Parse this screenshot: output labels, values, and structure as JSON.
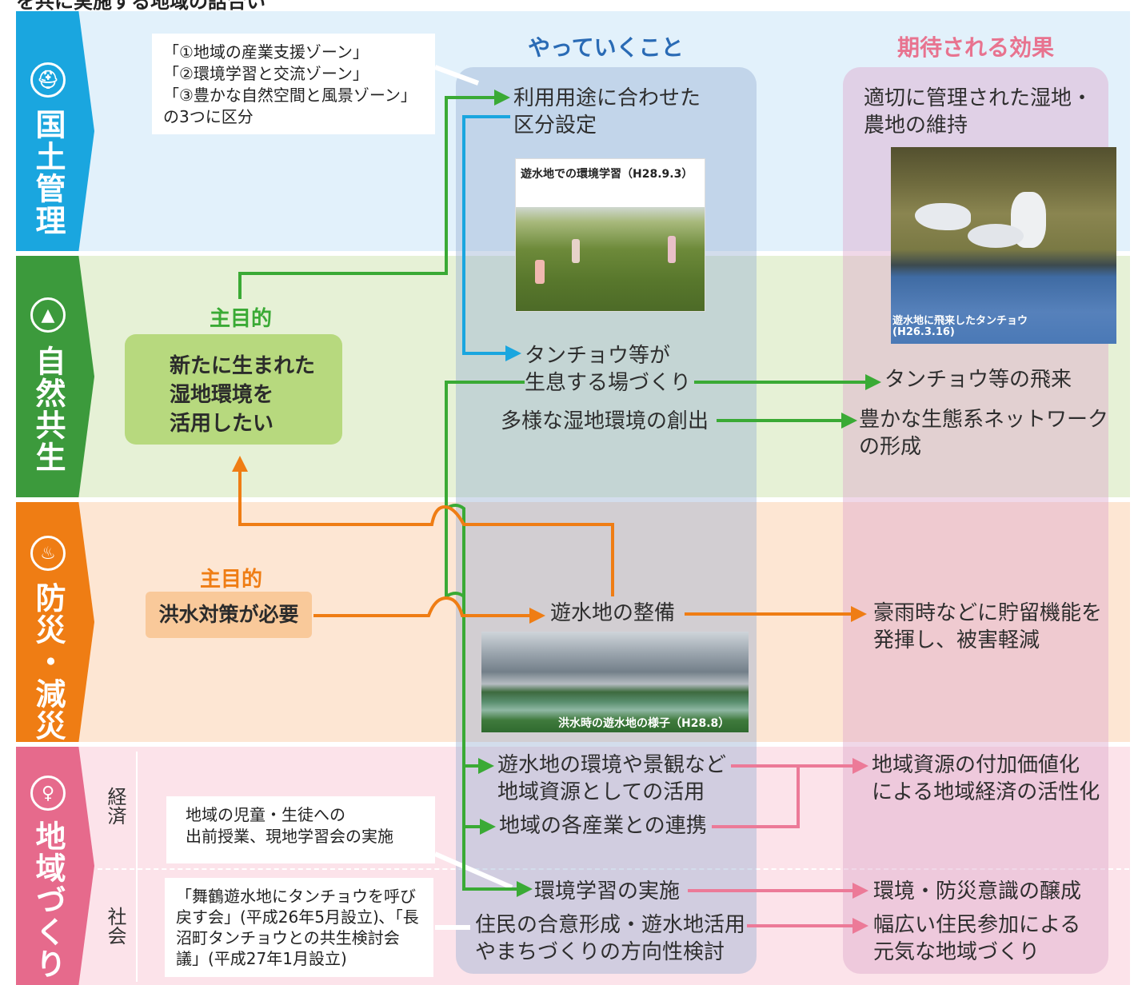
{
  "top_cut_text": "を共に実施する地域の話合い",
  "headers": {
    "actions": "やっていくこと",
    "effects": "期待される効果"
  },
  "rows": {
    "kokudo": {
      "label": "国土管理",
      "icon": "person-worker-icon",
      "color": "#1aa6df",
      "bg": "#e2f1fb"
    },
    "shizen": {
      "label": "自然共生",
      "icon": "tree-icon",
      "color": "#3c9a3c",
      "bg": "#e6f1d6"
    },
    "bousai": {
      "label": "防災・減災",
      "icon": "fire-icon",
      "color": "#ef7d14",
      "bg": "#fde6d3"
    },
    "chiiki": {
      "label": "地域づくり",
      "icon": "family-icon",
      "color": "#e66a8c",
      "bg": "#fce3ea"
    }
  },
  "sub_labels": {
    "keizai": "経済",
    "shakai": "社会"
  },
  "notes": {
    "zones": [
      "「①地域の産業支援ゾーン」",
      "「②環境学習と交流ゾーン」",
      "「③豊かな自然空間と風景ゾーン」",
      "の3つに区分"
    ],
    "students": [
      "地域の児童・生徒への",
      "出前授業、現地学習会の実施"
    ],
    "council": [
      "「舞鶴遊水地にタンチョウを呼び",
      "戻す会」(平成26年5月設立)､「長",
      "沼町タンチョウとの共生検討会",
      "議」(平成27年1月設立)"
    ]
  },
  "purpose": {
    "label1": "主目的",
    "box1": [
      "新たに生まれた",
      "湿地環境を",
      "活用したい"
    ],
    "label2": "主目的",
    "box2": "洪水対策が必要"
  },
  "actions": {
    "a1": [
      "利用用途に合わせた",
      "区分設定"
    ],
    "a2": [
      "タンチョウ等が",
      "生息する場づくり"
    ],
    "a3": "多様な湿地環境の創出",
    "a4": "遊水地の整備",
    "a5": [
      "遊水地の環境や景観など",
      "地域資源としての活用"
    ],
    "a6": "地域の各産業との連携",
    "a7": "環境学習の実施",
    "a8": [
      "住民の合意形成・遊水地活用",
      "やまちづくりの方向性検討"
    ]
  },
  "effects": {
    "e1": [
      "適切に管理された湿地・",
      "農地の維持"
    ],
    "e2": "タンチョウ等の飛来",
    "e3": [
      "豊かな生態系ネットワーク",
      "の形成"
    ],
    "e4": [
      "豪雨時などに貯留機能を",
      "発揮し、被害軽減"
    ],
    "e5": [
      "地域資源の付加価値化",
      "による地域経済の活性化"
    ],
    "e6": "環境・防災意識の醸成",
    "e7": [
      "幅広い住民参加による",
      "元気な地域づくり"
    ]
  },
  "photos": {
    "p1": "遊水地での環境学習（H28.9.3）",
    "p2": [
      "遊水地に飛来したタンチョウ",
      "(H26.3.16)"
    ],
    "p3": "洪水時の遊水地の様子（H28.8）"
  },
  "colors": {
    "green": "#3aaa35",
    "blue": "#1aa6df",
    "orange": "#ef7d14",
    "pink": "#ec7a98",
    "header_blue": "#2a6bb5",
    "header_pink": "#e8738f"
  }
}
